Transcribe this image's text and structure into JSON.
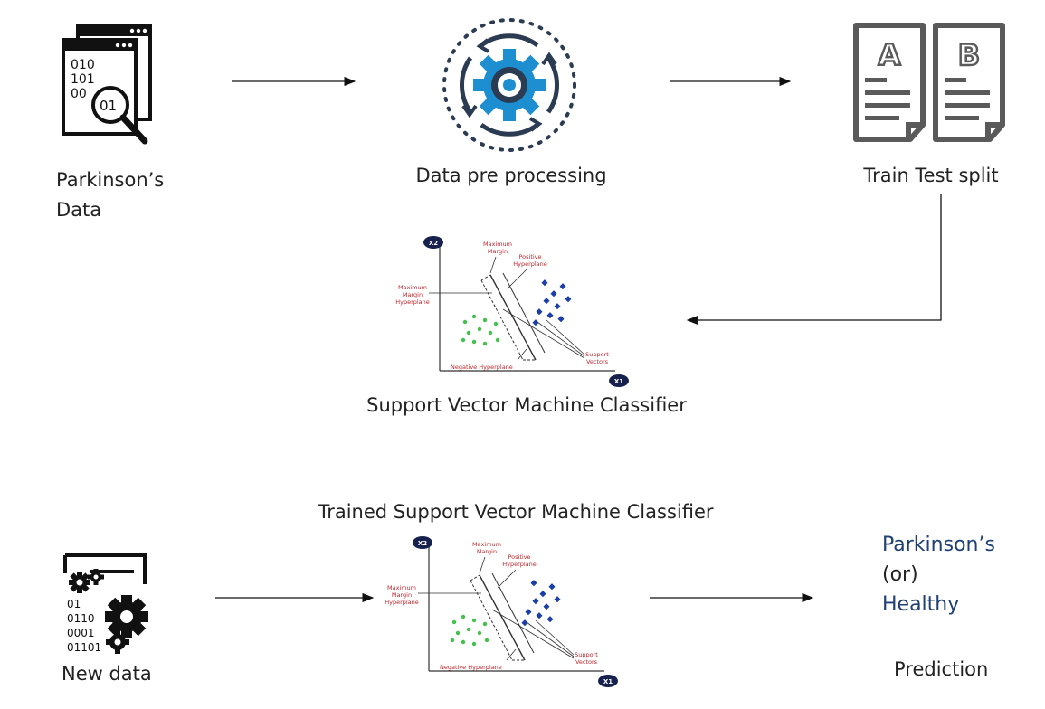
{
  "nodes": {
    "parkinsons_data": {
      "line1": "Parkinson’s",
      "line2": "Data",
      "icon": "binary-search-documents-icon",
      "icon_text": [
        "010",
        "101",
        "00",
        "01"
      ]
    },
    "preprocessing": {
      "label": "Data pre processing",
      "icon": "gear-cycle-icon"
    },
    "split": {
      "label": "Train Test split",
      "icon": "ab-documents-icon",
      "doc_a": "A",
      "doc_b": "B"
    },
    "svm": {
      "label": "Support Vector Machine Classifier"
    },
    "trained_svm": {
      "label": "Trained Support Vector Machine Classifier"
    },
    "new_data": {
      "label": "New data",
      "icon": "data-gears-icon",
      "icon_text": [
        "01",
        "0110",
        "0001",
        "01101"
      ]
    },
    "result": {
      "option1": "Parkinson’s",
      "connector": "(or)",
      "option2": "Healthy",
      "label": "Prediction"
    }
  },
  "svm_diagram": {
    "x_axis": "X1",
    "y_axis": "X2",
    "max_margin_top": [
      "Maximum",
      "Margin"
    ],
    "positive_hyperplane": [
      "Positive",
      "Hyperplane"
    ],
    "max_margin_hyperplane": [
      "Maximum",
      "Margin",
      "Hyperplane"
    ],
    "negative_hyperplane": "Negative Hyperplane",
    "support_vectors": [
      "Support",
      "Vectors"
    ],
    "colors": {
      "positive": "#1b3fa8",
      "negative": "#42c24a",
      "annotation": "#c0282f",
      "axis_badge": "#16224d"
    }
  },
  "colors": {
    "accent_blue": "#1f3f75",
    "gear_blue": "#1d8fd1",
    "arrow": "#111111"
  }
}
